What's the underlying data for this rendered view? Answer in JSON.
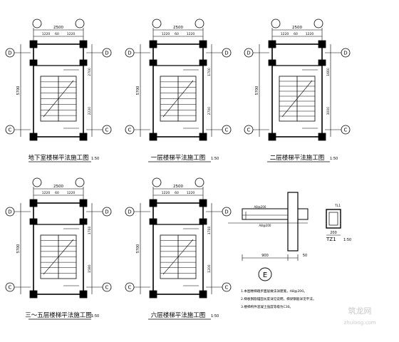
{
  "plans": [
    {
      "title": "地下室楼梯平法施工图",
      "scale": "1:50",
      "dims_top": {
        "overall": "2500",
        "segments": [
          "1220",
          "60",
          "1220"
        ]
      },
      "axes": {
        "top": [
          "D",
          "D"
        ],
        "bottom": [
          "C",
          "C"
        ]
      },
      "dims_side": [
        "5700",
        "2700",
        "2220"
      ]
    },
    {
      "title": "一层楼梯平法施工图",
      "scale": "1:50",
      "dims_top": {
        "overall": "2500",
        "segments": [
          "1220",
          "60",
          "1220"
        ]
      },
      "axes": {
        "top": [
          "D",
          "D"
        ],
        "bottom": [
          "C",
          "C"
        ]
      },
      "dims_side": [
        "5700",
        "1700",
        "2700"
      ]
    },
    {
      "title": "二层楼梯平法施工图",
      "scale": "1:50",
      "dims_top": {
        "overall": "2500",
        "segments": [
          "1220",
          "60",
          "1220"
        ]
      },
      "axes": {
        "top": [
          "D",
          "D"
        ],
        "bottom": [
          "C",
          "C"
        ]
      },
      "dims_side": [
        "5700",
        "1660",
        "3000"
      ]
    },
    {
      "title": "三～五层楼梯平法施工图",
      "scale": "1:50",
      "dims_top": {
        "overall": "2500",
        "segments": [
          "1220",
          "60",
          "1220"
        ]
      },
      "axes": {
        "top": [
          "D",
          "D"
        ],
        "bottom": [
          "C",
          "C"
        ]
      },
      "dims_side": [
        "5700",
        "1700",
        "1580"
      ]
    },
    {
      "title": "六层楼梯平法施工图",
      "scale": "1:50",
      "dims_top": {
        "overall": "2500",
        "segments": [
          "1220",
          "60",
          "1220"
        ]
      },
      "axes": {
        "top": [
          "D",
          "D"
        ],
        "bottom": [
          "C",
          "C"
        ]
      },
      "dims_side": [
        "5700",
        "1700",
        "1200"
      ]
    }
  ],
  "detail": {
    "dim_bottom": [
      "900",
      "50"
    ],
    "rebar_labels": [
      "A8@200",
      "A8@200"
    ],
    "marker": "E"
  },
  "tz_section": {
    "title": "TZ1",
    "scale": "1:50",
    "width": "200",
    "label": "TL1"
  },
  "notes": [
    "1.本图楼梯踏步面层做法详建施，A8@200。",
    "2.梯板钢筋锚固长度详见说明，梯梁钢筋详见平法。",
    "3.楼梯构件混凝土强度等级为C30。"
  ],
  "watermark": {
    "brand": "zhulong.com",
    "name": "筑龙网"
  }
}
